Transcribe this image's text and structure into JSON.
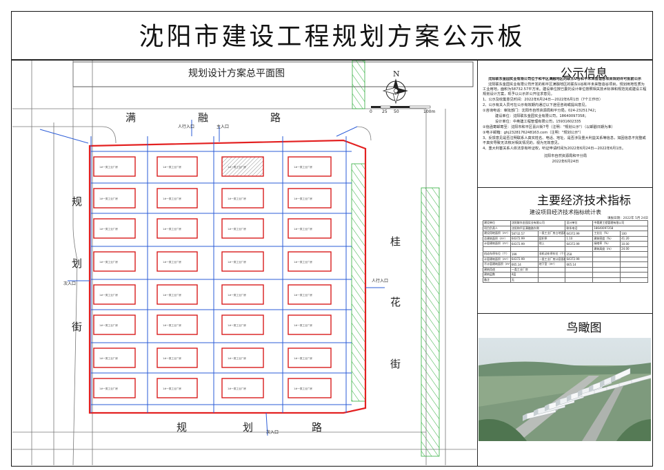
{
  "title": "沈阳市建设工程规划方案公示板",
  "plan": {
    "heading": "规划设计方案总平面图",
    "north": "N",
    "scale": [
      "0",
      "25",
      "50",
      "100m"
    ],
    "road_north": [
      "满",
      "融",
      "路"
    ],
    "road_south": [
      "规",
      "划",
      "路"
    ],
    "road_west": [
      "规",
      "划",
      "街"
    ],
    "road_east": [
      "桂",
      "花",
      "街"
    ],
    "entrance_main": "主入口",
    "entrance_secondary": "次入口",
    "entrance_pedestrian": "人行入口",
    "building_label": "1#一类工业厂房"
  },
  "notice": {
    "heading": "公示信息",
    "intro": "沈阳联东金园实业有限公司位于和平区满融地区的联东U谷和平未来智造谷项目规划许可批前公示",
    "body": "沈阳联东金园实业有限公司开发的和平区满融地区的联东U谷和平未来智造谷项目，规划用地性质为工业用地，面积为58732.57平方米。建设单位按已委托设计单位按照相关技术标准和规范完成建设工程规划设计方案，现予以公示并公开征求意见。",
    "items": [
      "1、公示及收集意见时间：2022年6月24日—2022年6月1日（7个工作日）",
      "2、公示有关人员可在公示有效期内通过以下途径咨询或提出意见。",
      "①咨询电话：审批部门：沈阳市自然资源局和平分局，024-23251742；",
      "建设单位：沈阳联东金园实业有限公司，18640097358；",
      "设计单位：中奥建工程管理有限公司，15931602335",
      "②信函寄邮寄至：沈阳市和平区喜兴街7号（注明：\"规划公示\"）（以邮戳日期为准）",
      "③电子邮箱：ghj2328176248163.com（注明：\"规划公示\"）",
      "3、反馈意见是否注明联系人真实姓名、电话、地址、是否涉及重大利益关系等信息，如因信息不完整或不真实导致无法核对相关情况的，视为无效意见。",
      "4、重大利害关系人依法享有听证权，听证申请时间为2022年6月24日—2022年6月1日。"
    ],
    "sig_org": "沈阳市自然资源局和平分局",
    "sig_date": "2022年6月24日"
  },
  "tech": {
    "heading": "主要经济技术指标",
    "table_title": "建设项目经济技术指标统计表",
    "table_date": "填报日期：2022年 5月 24日",
    "rows": [
      [
        "建设单位",
        "沈阳联东金园实业有限公司",
        "设计单位",
        "中奥建工程管理有限公司"
      ],
      [
        "项目负责人",
        "沈阳和平区满融路东侧",
        "联系电话",
        "18640097358"
      ],
      [
        "建设用地面积（m²）",
        "58732.57",
        "一类工业厂房占地面积（m²）",
        "64372.99",
        "工业比（%）",
        "100"
      ],
      [
        "总建筑面积（m²）",
        "64372.99",
        "容积率",
        "1.10",
        "建筑密度（%）",
        "41.20"
      ],
      [
        "计容建筑面积（m²）",
        "64372.99",
        "地上",
        "64372.99",
        "绿地率（%）",
        "10.00"
      ],
      [
        "",
        "",
        "",
        "",
        "建筑高度（m）",
        "24.00"
      ],
      [
        "机动车停车位（个）",
        "199",
        "非机动车停车位（个）",
        "258",
        "",
        ""
      ],
      [
        "计容建筑面积（m²）",
        "64372.99",
        "一类工业厂房计容面积（m²）",
        "64372.99",
        "",
        ""
      ],
      [
        "不计容建筑面积（m²）",
        "665.14",
        "地下室（m²）",
        "665.14",
        "",
        ""
      ],
      [
        "建筑用途",
        "一类工业厂房",
        "",
        "",
        "",
        ""
      ],
      [
        "建筑层数",
        "4层",
        "",
        "",
        "",
        ""
      ],
      [
        "备注",
        "无",
        "",
        "",
        "",
        ""
      ]
    ]
  },
  "aerial": {
    "heading": "鸟瞰图"
  },
  "colors": {
    "red_line": "#e32020",
    "blue_line": "#2a5bd7",
    "green_hatch": "#2fae3c",
    "building_red": "#d81b1b"
  }
}
